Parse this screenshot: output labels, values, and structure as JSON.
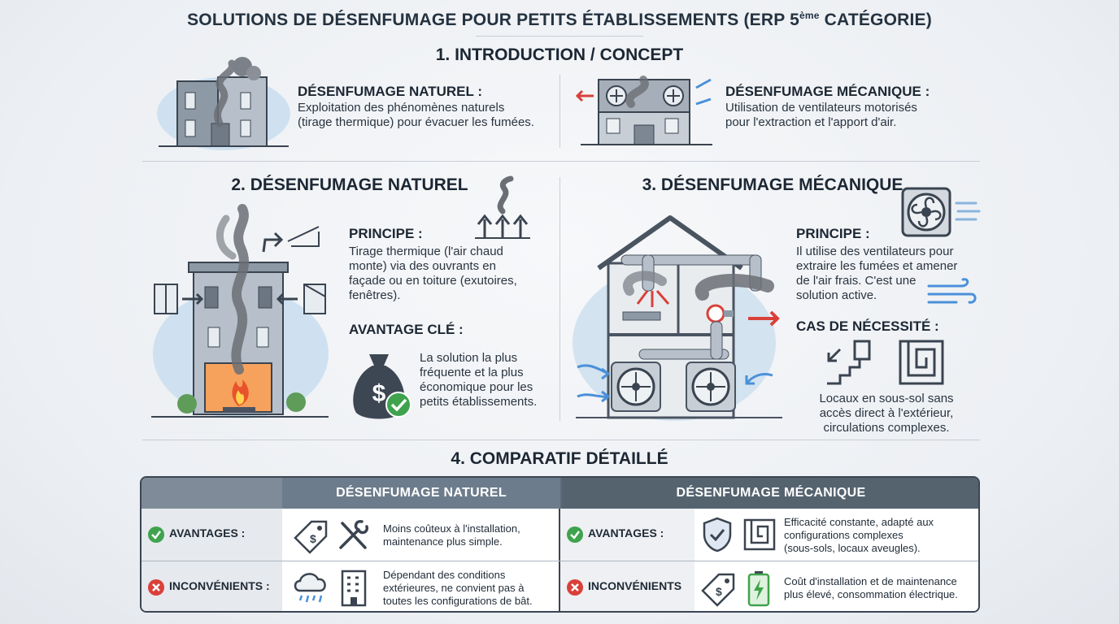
{
  "header": {
    "title": "SOLUTIONS DE DÉSENFUMAGE POUR PETITS ÉTABLISSEMENTS (ERP 5",
    "title_sup": "ème",
    "title_end": " CATÉGORIE)"
  },
  "intro": {
    "section_title": "1. INTRODUCTION / CONCEPT",
    "natural": {
      "heading": "DÉSENFUMAGE NATUREL :",
      "line1": "Exploitation des phénomènes naturels",
      "line2": "(tirage thermique) pour évacuer les fumées."
    },
    "mechanical": {
      "heading": "DÉSENFUMAGE MÉCANIQUE :",
      "line1": "Utilisation de ventilateurs motorisés",
      "line2": "pour l'extraction et l'apport d'air."
    }
  },
  "natural": {
    "section_title": "2. DÉSENFUMAGE NATUREL",
    "principle_heading": "PRINCIPE :",
    "principle_lines": [
      "Tirage thermique (l'air chaud",
      "monte) via des ouvrants en",
      "façade ou en toiture (exutoires,",
      "fenêtres)."
    ],
    "advantage_heading": "AVANTAGE CLÉ :",
    "advantage_lines": [
      "La solution la plus",
      "fréquente et la plus",
      "économique pour les",
      "petits établissements."
    ],
    "money_symbol": "$"
  },
  "mechanical": {
    "section_title": "3. DÉSENFUMAGE MÉCANIQUE",
    "principle_heading": "PRINCIPE :",
    "principle_lines": [
      "Il utilise des ventilateurs pour",
      "extraire les fumées et amener",
      "de l'air frais. C'est une",
      "solution active."
    ],
    "need_heading": "CAS DE NÉCESSITÉ :",
    "need_lines": [
      "Locaux en sous-sol sans",
      "accès direct à l'extérieur,",
      "circulations complexes."
    ]
  },
  "comparison": {
    "section_title": "4. COMPARATIF DÉTAILLÉ",
    "col_natural": "DÉSENFUMAGE NATUREL",
    "col_mechanical": "DÉSENFUMAGE MÉCANIQUE",
    "advantages_label": "AVANTAGES :",
    "drawbacks_label": "INCONVÉNIENTS :",
    "drawbacks_label_mec": "INCONVÉNIENTS",
    "nat_adv_lines": [
      "Moins coûteux à l'installation,",
      "maintenance plus simple."
    ],
    "nat_drw_lines": [
      "Dépendant des conditions",
      "extérieures, ne convient pas à",
      "toutes les configurations de bât."
    ],
    "mec_adv_lines": [
      "Efficacité constante, adapté aux",
      "configurations complexes",
      "(sous-sols, locaux aveugles)."
    ],
    "mec_drw_lines": [
      "Coût d'installation et de maintenance",
      "plus élevé, consommation électrique."
    ]
  },
  "colors": {
    "accent_red": "#d9403a",
    "accent_green": "#3fa34d",
    "accent_blue": "#4a90d9",
    "header_slate": "#5c6b7c"
  }
}
